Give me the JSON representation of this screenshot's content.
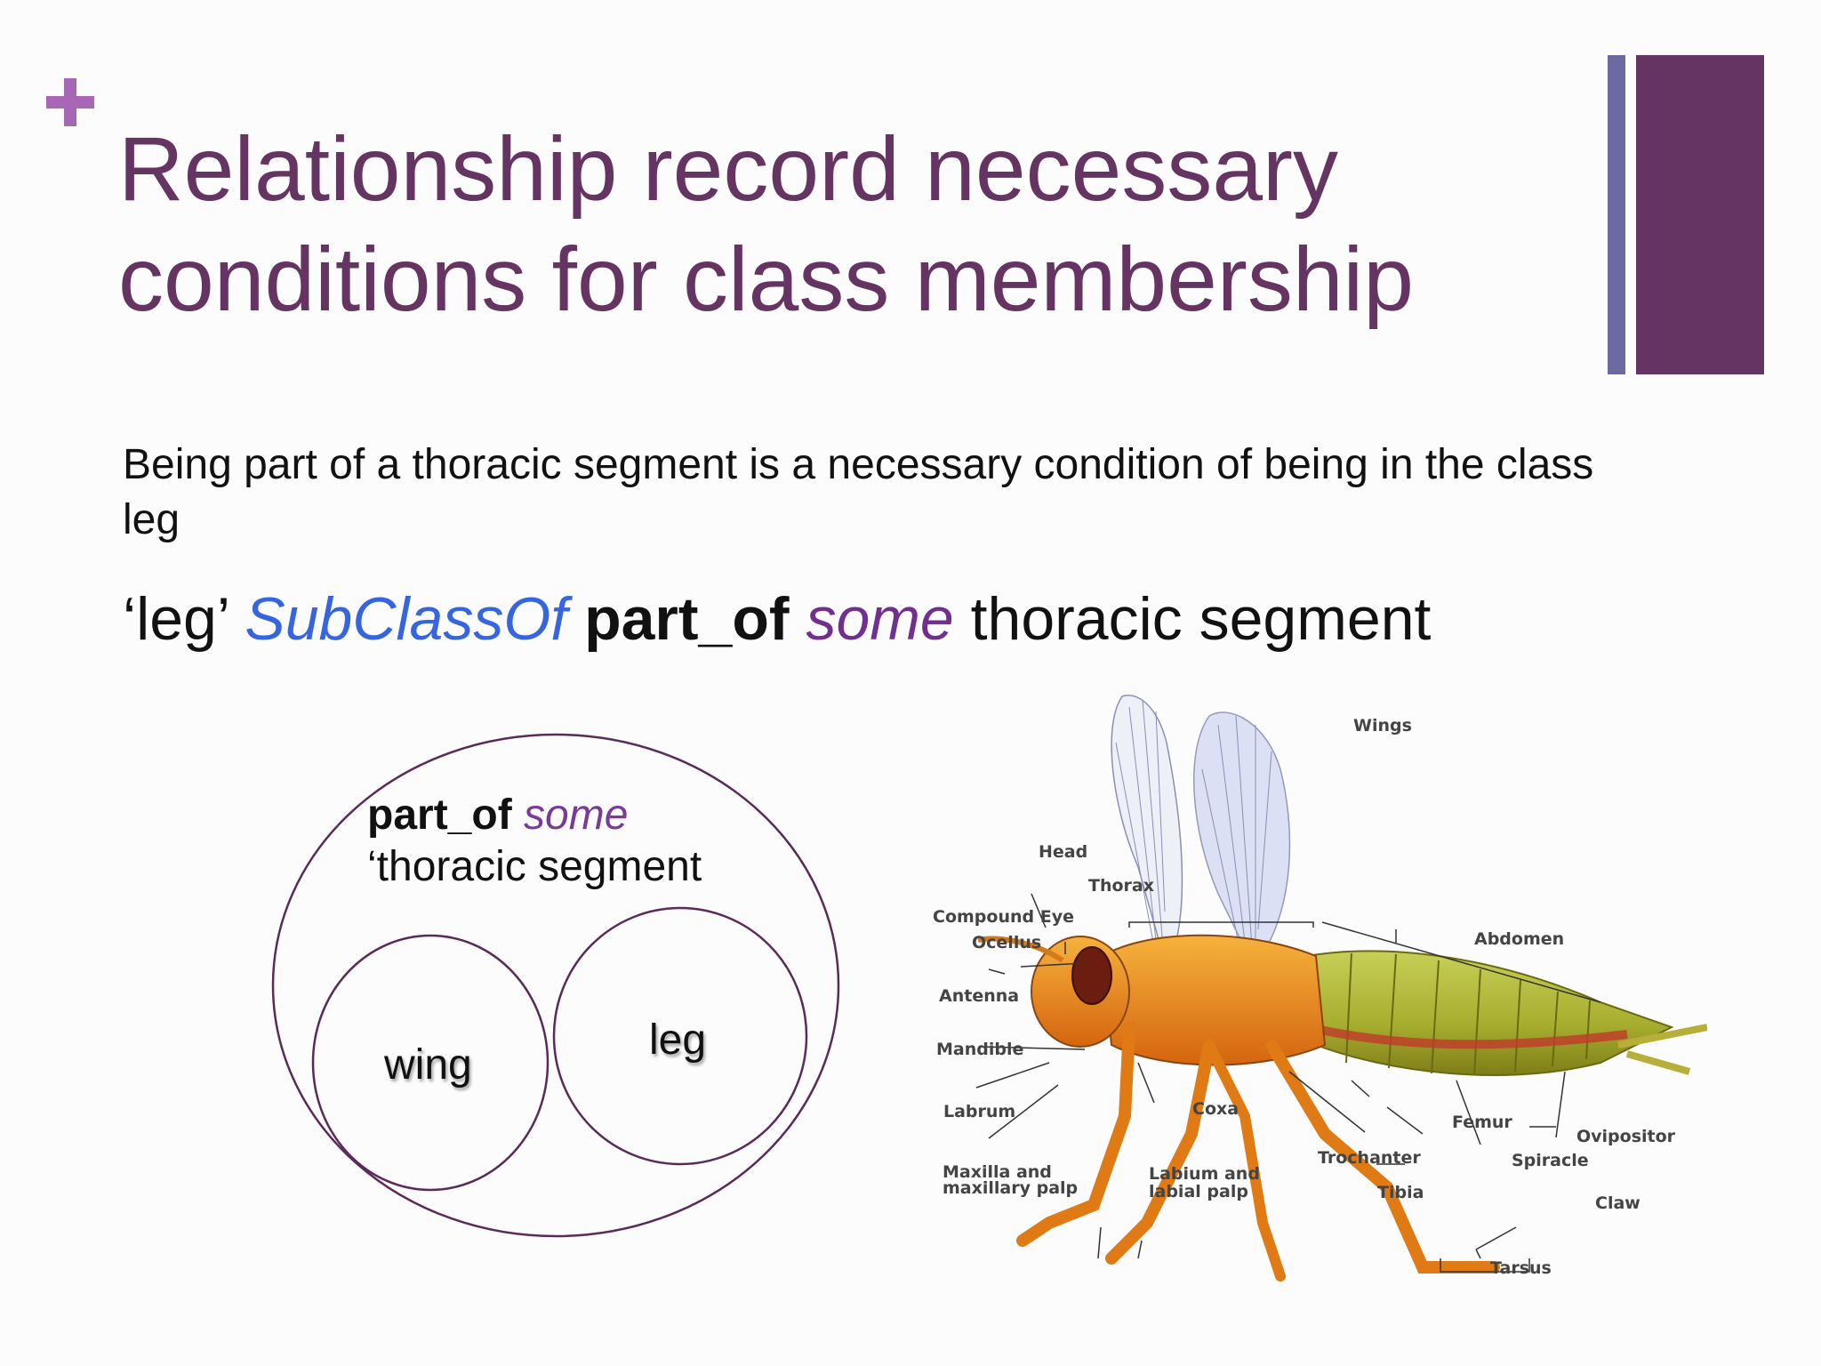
{
  "slide": {
    "title_line1": "Relationship record necessary",
    "title_line2": "conditions for class membership",
    "body": "Being part of a thoracic segment is a necessary condition of being in the class leg",
    "axiom": {
      "subject": "‘leg’",
      "subclass_kw": "SubClassOf",
      "relation": "part_of",
      "quantifier": "some",
      "object": "thoracic segment"
    }
  },
  "venn": {
    "outer_relation": "part_of",
    "outer_quantifier": "some",
    "outer_object": "‘thoracic segment",
    "circle_wing": "wing",
    "circle_leg": "leg",
    "stroke_color": "#5a2a59"
  },
  "insect_diagram": {
    "labels": {
      "wings": "Wings",
      "head": "Head",
      "thorax": "Thorax",
      "compound_eye": "Compound Eye",
      "ocellus": "Ocellus",
      "abdomen": "Abdomen",
      "antenna": "Antenna",
      "mandible": "Mandible",
      "labrum": "Labrum",
      "coxa": "Coxa",
      "femur": "Femur",
      "ovipositor": "Ovipositor",
      "trochanter": "Trochanter",
      "spiracle": "Spiracle",
      "maxilla_1": "Maxilla and",
      "maxilla_2": "maxillary palp",
      "labium_1": "Labium and",
      "labium_2": "labial palp",
      "tibia": "Tibia",
      "claw": "Claw",
      "tarsus": "Tarsus"
    }
  },
  "colors": {
    "title": "#653462",
    "accent_plus": "#a767b6",
    "bar_thin": "#6c6aa1",
    "bar_thick": "#653462",
    "subclassof": "#3566e0",
    "some": "#72308e"
  }
}
